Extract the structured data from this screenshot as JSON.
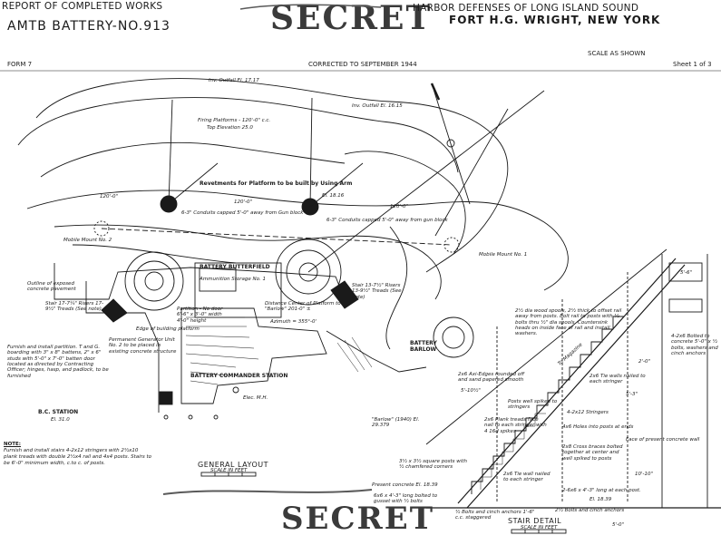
{
  "header": {
    "report": "REPORT OF COMPLETED WORKS",
    "battery": "AMTB BATTERY-NO.913",
    "classification": "SECRET",
    "harbor": "HARBOR DEFENSES OF LONG ISLAND SOUND",
    "fort": "FORT H.G. WRIGHT, NEW YORK",
    "form": "FORM 7",
    "corrected": "CORRECTED TO SEPTEMBER 1944",
    "scale": "SCALE AS SHOWN",
    "sheet": "Sheet 1 of 3"
  },
  "footer": {
    "classification": "SECRET"
  },
  "labels": {
    "inv_outfall_1": "Inv. Outfall El. 17.17",
    "inv_outfall_2": "Inv. Outfall El. 16.15",
    "firing_platforms": "Firing Platforms - 120'-0\" c.c.",
    "top_elevation": "Top Elevation  25.0",
    "revetments": "Revetments for Platform to be built by Using Arm",
    "conduits_1": "6-3\" Conduits capped 5'-0\" away from Gun block",
    "conduits_2": "6-3\" Conduits capped 5'-0\" away from gun block",
    "dim_120_1": "120'-0\"",
    "dim_120_2": "120'-0\"",
    "dim_120_3": "120'-0\"",
    "el_1816": "El. 18.16",
    "mobile_mount_2": "Mobile Mount No. 2",
    "mobile_mount_1": "Mobile Mount No. 1",
    "battery_butterfield": "BATTERY BUTTERFIELD",
    "ammunition_storage": "Ammunition Storage No. 1",
    "outline_pavement": "Outline of exposed concrete pavement",
    "stair_left": "Stair 17-7¼\" Risers 17-9½\" Treads (See note)",
    "stair_right": "Stair 13-7½\" Risers 13-9½\" Treads (See note)",
    "distance_center": "Distance Center of Platform to \"Barlow\" 201-0\" ±",
    "azimuth": "Azimuth = 355°-0'",
    "partition_door": "Partition - No door 6'-6\" x 3'-0\" width 4'-0\" height",
    "edge_building": "Edge of building platform",
    "permanent_generator": "Permanent Generator Unit No. 2 to be placed in existing concrete structure",
    "battery_commander": "BATTERY COMMANDER STATION",
    "b_c_station": "B.C. STATION",
    "bc_el": "El. 31.0",
    "elec_mh": "Elec. M.H.",
    "battery_barlow": "BATTERY BARLOW",
    "barlow_1940": "\"Barlow\" (1940) El. 29.379",
    "to_magazine": "To Magazine",
    "furnish_install": "Furnish and install partition. T and G. boarding with 3\" x 8\" battens, 2\" x 6\" studs with 5'-0\" x 7'-0\" batten door located as directed by Contracting Officer; hinges, hasp, and padlock, to be furnished",
    "general_layout": "GENERAL LAYOUT",
    "scale_in_feet": "SCALE IN FEET",
    "stair_detail": "STAIR DETAIL",
    "stair_scale": "SCALE IN FEET",
    "dim_5_6": "5'-6\"",
    "dim_5_10": "5'-10½\"",
    "dim_2_0": "2'-0\"",
    "dim_5_3": "5'-3\"",
    "rail_posts": "2½ dia wood spools, 2½ thick to offset rail away from posts. Bolt rail to posts with ½ bolts thru ½\" dia spools. Countersink heads on inside face of rail and install washers.",
    "tie_walls": "2x6 Tie walls nailed to each stringer",
    "stringers": "4-2x12 Stringers",
    "holes": "4x6 Holes into posts at ends",
    "cross_braces": "2x8 Cross braces bolted together at center and well spiked to posts",
    "bolted_concrete": "4-2x6 Bolted to concrete 5'-0\" x ½ bolts, washers and cinch anchors",
    "face_concrete": "Face of present concrete wall",
    "posts_spiked": "Posts well spiked to stringers",
    "plank_treads": "2x6 Plank treads face nail to each stringer with 4 16d spikes",
    "axi_edges": "2x6 Axi-Edges rounded off and sand papered smooth",
    "square_posts": "3½ x 3½ square posts with ½ chamfered corners",
    "present_concrete": "Present concrete El. 18.39",
    "long_bolted": "6x6 x 4'-3\" long bolted to gusset with ½ bolts",
    "cinch_anchors": "½ Bolts and cinch anchors 1'-6\" c.c. staggered",
    "nailed_stringer": "2x6 Tie wall nailed to each stringer",
    "el_1839": "El. 18.39",
    "bolts_cinch": "2½ Bolts and cinch anchors",
    "long_each_post": "2-6x6 x 4'-3\" long at each post.",
    "dim_10_12": "10'-10\"",
    "dim_5_0": "5'-0\""
  },
  "note": {
    "heading": "NOTE:",
    "text": "Furnish and install stairs 4-2x12 stringers with 2½x10 plank treads with double 2½x4 rail and 4x4 posts. Stairs to be 6'-0\" minimum width, c.to c. of posts."
  },
  "colors": {
    "ink": "#1a1a1a",
    "paper": "#ffffff",
    "stamp": "#3a3a3a"
  }
}
